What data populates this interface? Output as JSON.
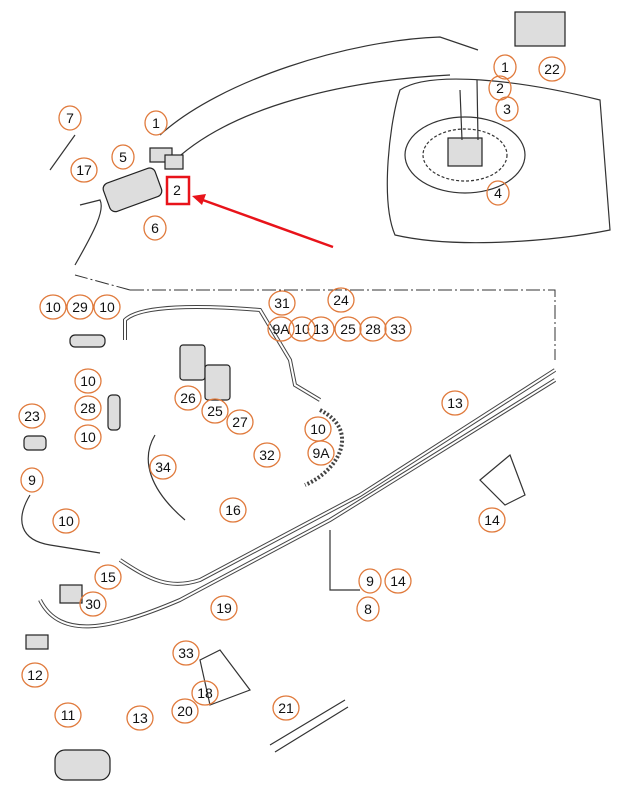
{
  "diagram": {
    "callouts": [
      "7",
      "1",
      "5",
      "17",
      "2",
      "6",
      "1",
      "2",
      "3",
      "22",
      "4",
      "10",
      "29",
      "10",
      "31",
      "24",
      "9A",
      "10",
      "13",
      "25",
      "28",
      "33",
      "10",
      "28",
      "10",
      "26",
      "25",
      "27",
      "13",
      "23",
      "32",
      "10",
      "9A",
      "34",
      "9",
      "16",
      "10",
      "14",
      "15",
      "30",
      "9",
      "14",
      "8",
      "19",
      "33",
      "12",
      "18",
      "13",
      "20",
      "21",
      "11"
    ],
    "highlighted_callout": "2",
    "highlight_color": "#e8131a",
    "callout_color": "#e07a3c"
  }
}
